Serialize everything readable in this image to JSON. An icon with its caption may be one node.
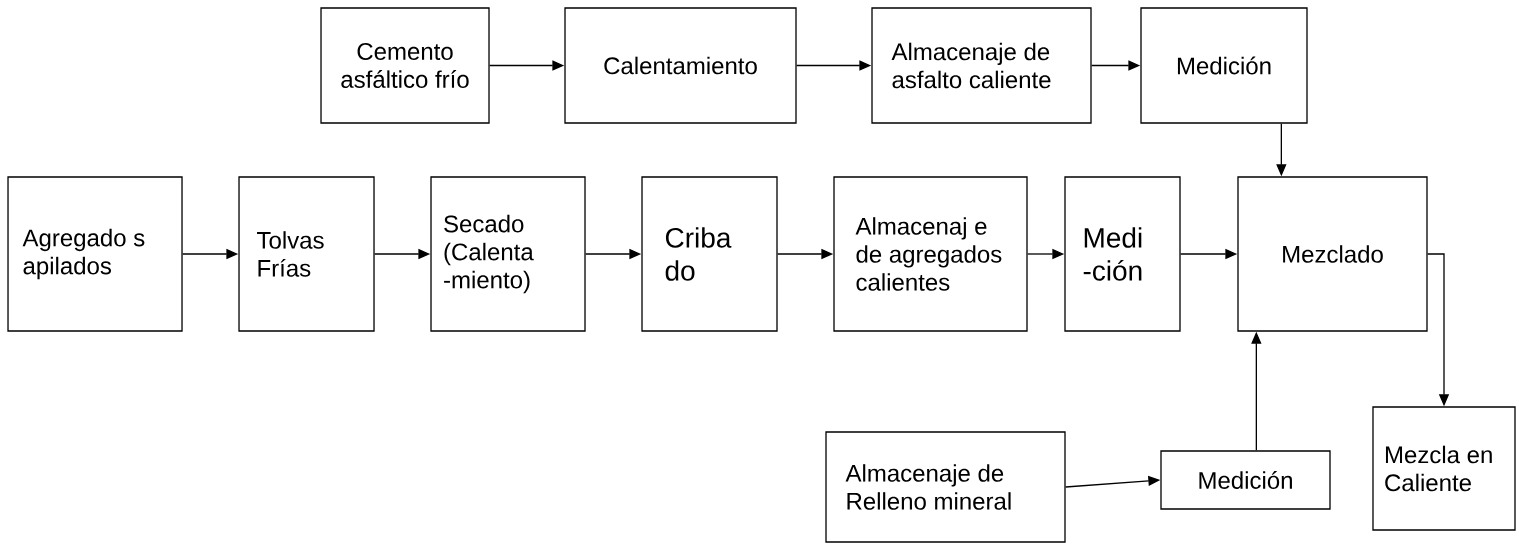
{
  "diagram": {
    "nodes": [
      {
        "text": [
          "Cemento asfáltico frío"
        ]
      },
      {
        "text": [
          "Calentamiento"
        ]
      },
      {
        "text": [
          "Almacenaje de asfalto caliente"
        ]
      },
      {
        "text": [
          "Medición"
        ]
      },
      {
        "text": [
          "Agregado s apilados"
        ]
      },
      {
        "text": [
          "Tolvas Frías"
        ]
      },
      {
        "text": [
          "Secado (Calenta -miento)"
        ]
      },
      {
        "text": [
          "Criba do"
        ]
      },
      {
        "text": [
          "Almacenaj e de agregados calientes"
        ]
      },
      {
        "text": [
          "Medi -ción"
        ]
      },
      {
        "text": [
          "Mezclado"
        ]
      },
      {
        "text": [
          "Mezcla en Caliente"
        ]
      },
      {
        "text": [
          "Almacenaje de Relleno mineral"
        ]
      },
      {
        "text": [
          "Medición"
        ]
      }
    ],
    "edges": [
      {
        "from": 0,
        "to": 1,
        "arrow": "to"
      },
      {
        "from": 1,
        "to": 2,
        "arrow": "to"
      },
      {
        "from": 2,
        "to": 3,
        "arrow": "to"
      },
      {
        "from": 3,
        "to": 10,
        "arrow": "to"
      },
      {
        "from": 4,
        "to": 5,
        "arrow": "to"
      },
      {
        "from": 5,
        "to": 6,
        "arrow": "to"
      },
      {
        "from": 6,
        "to": 7,
        "arrow": "to"
      },
      {
        "from": 7,
        "to": 8,
        "arrow": "to"
      },
      {
        "from": 8,
        "to": 9,
        "arrow": "to"
      },
      {
        "from": 9,
        "to": 10,
        "arrow": "to"
      },
      {
        "from": 10,
        "to": 11,
        "arrow": "to"
      },
      {
        "from": 12,
        "to": 13,
        "arrow": "to"
      },
      {
        "from": 13,
        "to": 10,
        "arrow": "to"
      }
    ]
  }
}
